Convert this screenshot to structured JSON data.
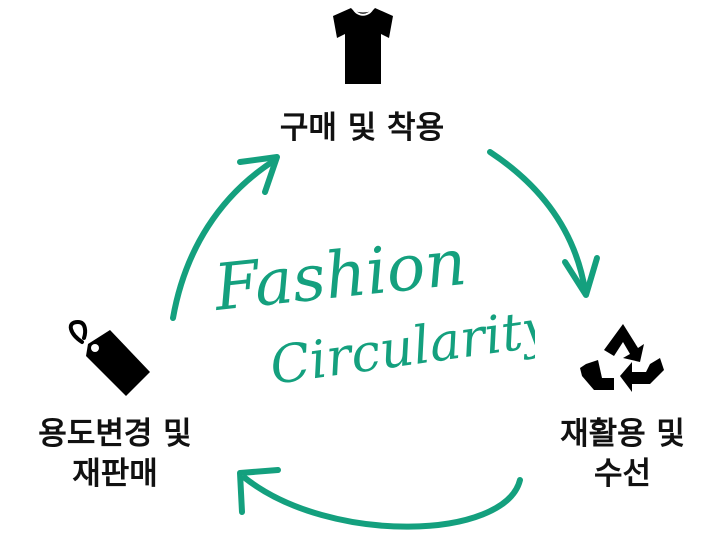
{
  "diagram": {
    "center": {
      "line1": "Fashion",
      "line2": "Circularity"
    },
    "nodes": {
      "top": {
        "line1": "구매 및 착용",
        "icon": "tshirt-icon"
      },
      "right": {
        "line1": "재활용 및",
        "line2": "수선",
        "icon": "recycle-icon"
      },
      "left": {
        "line1": "용도변경 및",
        "line2": "재판매",
        "icon": "price-tag-icon"
      }
    },
    "colors": {
      "arrow": "#14a07e",
      "text": "#111111",
      "icon": "#000000"
    }
  }
}
